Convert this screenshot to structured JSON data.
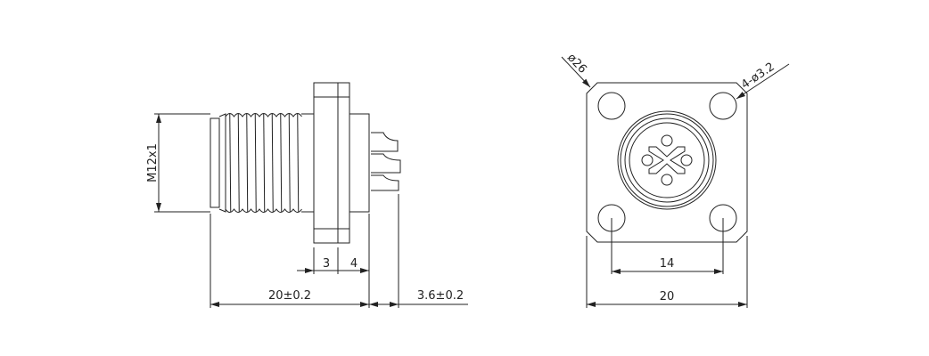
{
  "side_view": {
    "thread_label": "M12x1",
    "flange_thickness": "3",
    "rear_length": "4",
    "total_length": "20±0.2",
    "pin_length": "3.6±0.2"
  },
  "front_view": {
    "diagonal_label": "ø26",
    "hole_label": "4-ø3.2",
    "hole_spacing": "14",
    "width": "20"
  },
  "colors": {
    "line": "#222222",
    "background": "#ffffff"
  }
}
